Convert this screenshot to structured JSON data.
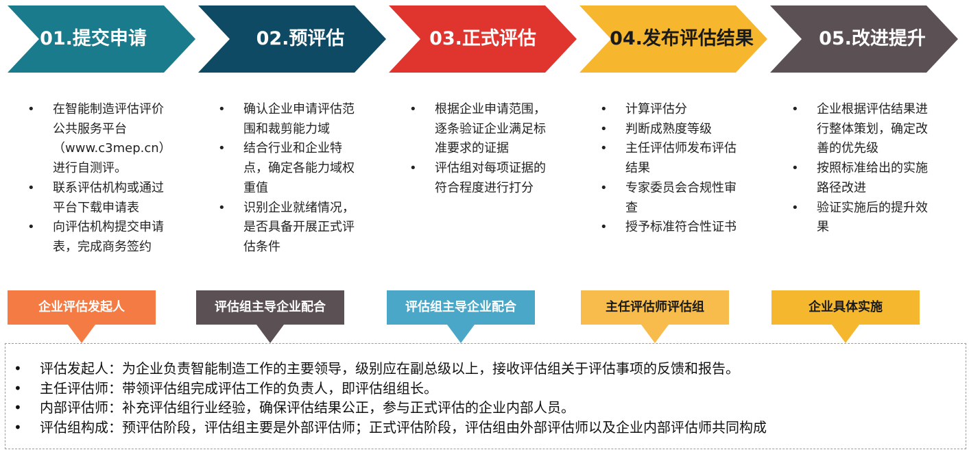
{
  "steps": [
    {
      "title": "01.提交申请",
      "color": "#1a7b8c",
      "text_color": "#ffffff",
      "items": [
        "在智能制造评估评价公共服务平台（www.c3mep.cn）进行自测评。",
        "联系评估机构或通过平台下载申请表",
        "向评估机构提交申请表，完成商务签约"
      ],
      "role": "企业评估发起人",
      "role_color": "#f47b43",
      "role_text_color": "#ffffff"
    },
    {
      "title": "02.预评估",
      "color": "#0e4a63",
      "text_color": "#ffffff",
      "items": [
        "确认企业申请评估范围和裁剪能力域",
        "结合行业和企业特点，确定各能力域权重值",
        "识别企业就绪情况，是否具备开展正式评估条件"
      ],
      "role": "评估组主导企业配合",
      "role_color": "#5b5054",
      "role_text_color": "#ffffff"
    },
    {
      "title": "03.正式评估",
      "color": "#e0342f",
      "text_color": "#ffffff",
      "items": [
        "根据企业申请范围，逐条验证企业满足标准要求的证据",
        "评估组对每项证据的符合程度进行打分"
      ],
      "role": "评估组主导企业配合",
      "role_color": "#4aa7c8",
      "role_text_color": "#ffffff"
    },
    {
      "title": "04.发布评估结果",
      "color": "#f6b62e",
      "text_color": "#1a1a1a",
      "items": [
        "计算评估分",
        "判断成熟度等级",
        "主任评估师发布评估结果",
        "专家委员会合规性审查",
        "授予标准符合性证书"
      ],
      "role": "主任评估师评估组",
      "role_color": "#f7bc4c",
      "role_text_color": "#1a1a1a"
    },
    {
      "title": "05.改进提升",
      "color": "#5b5054",
      "text_color": "#ffffff",
      "items": [
        "企业根据评估结果进行整体策划，确定改善的优先级",
        "按照标准给出的实施路径改进",
        "验证实施后的提升效果"
      ],
      "role": "企业具体实施",
      "role_color": "#f5b72e",
      "role_text_color": "#1a1a1a"
    }
  ],
  "bullet_symbol": "•",
  "notes": [
    "评估发起人：为企业负责智能制造工作的主要领导，级别应在副总级以上，接收评估组关于评估事项的反馈和报告。",
    "主任评估师：带领评估组完成评估工作的负责人，即评估组组长。",
    "内部评估师：补充评估组行业经验，确保评估结果公正，参与正式评估的企业内部人员。",
    "评估组构成：预评估阶段，评估组主要是外部评估师；正式评估阶段，评估组由外部评估师以及企业内部评估师共同构成"
  ]
}
